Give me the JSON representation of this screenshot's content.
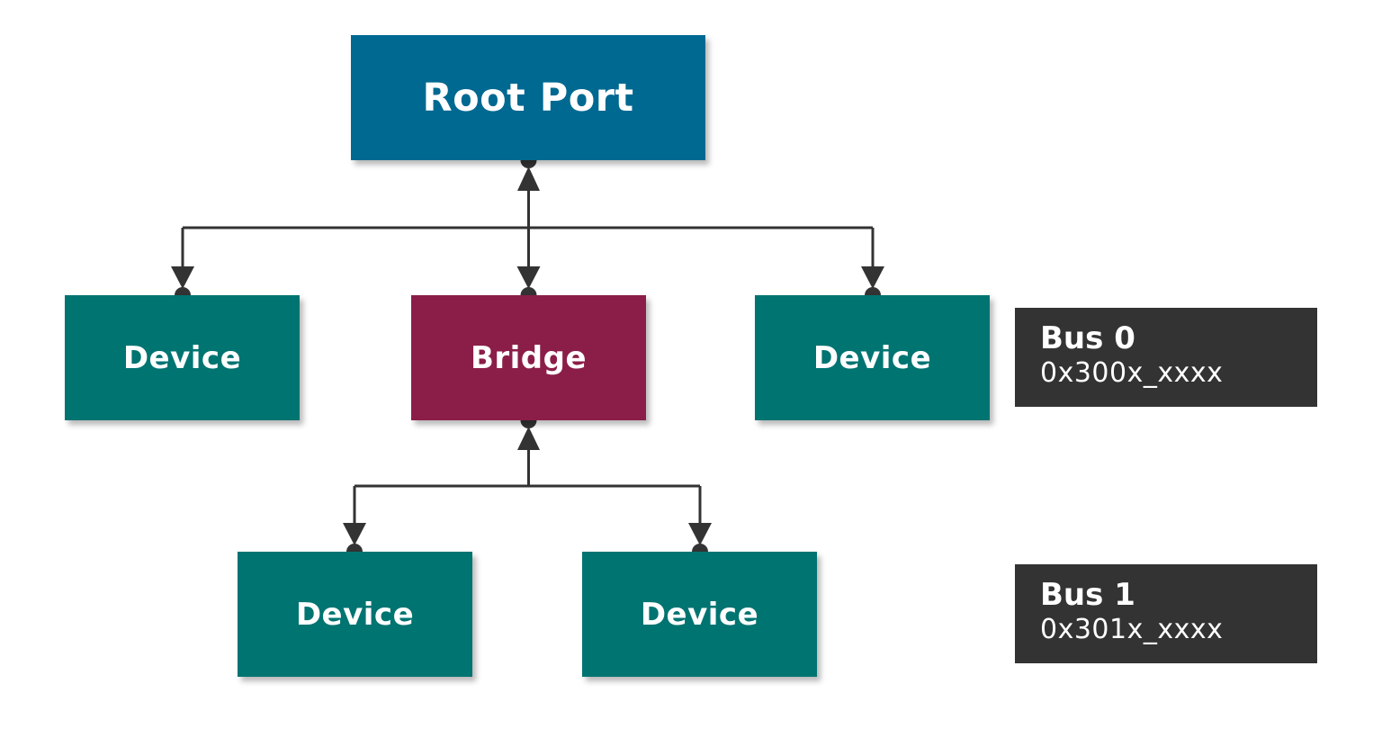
{
  "colors": {
    "root_port": "#006991",
    "device": "#007471",
    "bridge": "#8b1e48",
    "bus_label_bg": "#333333",
    "connector": "#333333"
  },
  "root_port": {
    "label": "Root Port"
  },
  "bus0_nodes": [
    {
      "id": "device-a",
      "label": "Device",
      "kind": "device"
    },
    {
      "id": "bridge",
      "label": "Bridge",
      "kind": "bridge"
    },
    {
      "id": "device-b",
      "label": "Device",
      "kind": "device"
    }
  ],
  "bus1_nodes": [
    {
      "id": "device-c",
      "label": "Device",
      "kind": "device"
    },
    {
      "id": "device-d",
      "label": "Device",
      "kind": "device"
    }
  ],
  "buses": [
    {
      "name": "Bus 0",
      "address": "0x300x_xxxx"
    },
    {
      "name": "Bus 1",
      "address": "0x301x_xxxx"
    }
  ],
  "connections": [
    {
      "from": "root_port",
      "to": "device-a"
    },
    {
      "from": "root_port",
      "to": "bridge"
    },
    {
      "from": "root_port",
      "to": "device-b"
    },
    {
      "from": "bridge",
      "to": "device-c"
    },
    {
      "from": "bridge",
      "to": "device-d"
    }
  ]
}
